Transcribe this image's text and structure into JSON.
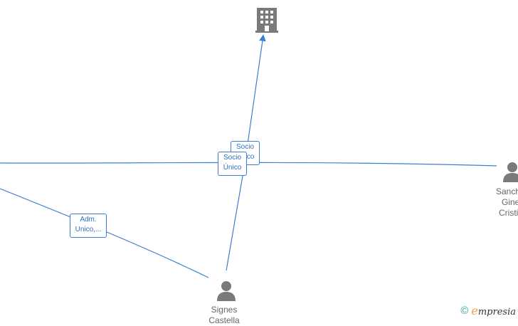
{
  "nodes": {
    "company": {
      "label": "",
      "icon": "building-icon"
    },
    "person_right": {
      "label_lines": [
        "Sanch",
        "Gine",
        "Cristi"
      ],
      "icon": "person-icon"
    },
    "person_bottom": {
      "label_lines": [
        "Signes",
        "Castella"
      ],
      "icon": "person-icon"
    }
  },
  "edges": {
    "label_1": [
      "Socio",
      "Único"
    ],
    "label_2": [
      "Socio",
      "Único"
    ],
    "label_3": [
      "Adm.",
      "Unico,..."
    ]
  },
  "watermark": {
    "copyright": "©",
    "brand_initial": "e",
    "brand_rest": "mpresia"
  },
  "colors": {
    "edge": "#3b7fd0",
    "icon": "#7a7a7a",
    "label_text": "#666666"
  }
}
